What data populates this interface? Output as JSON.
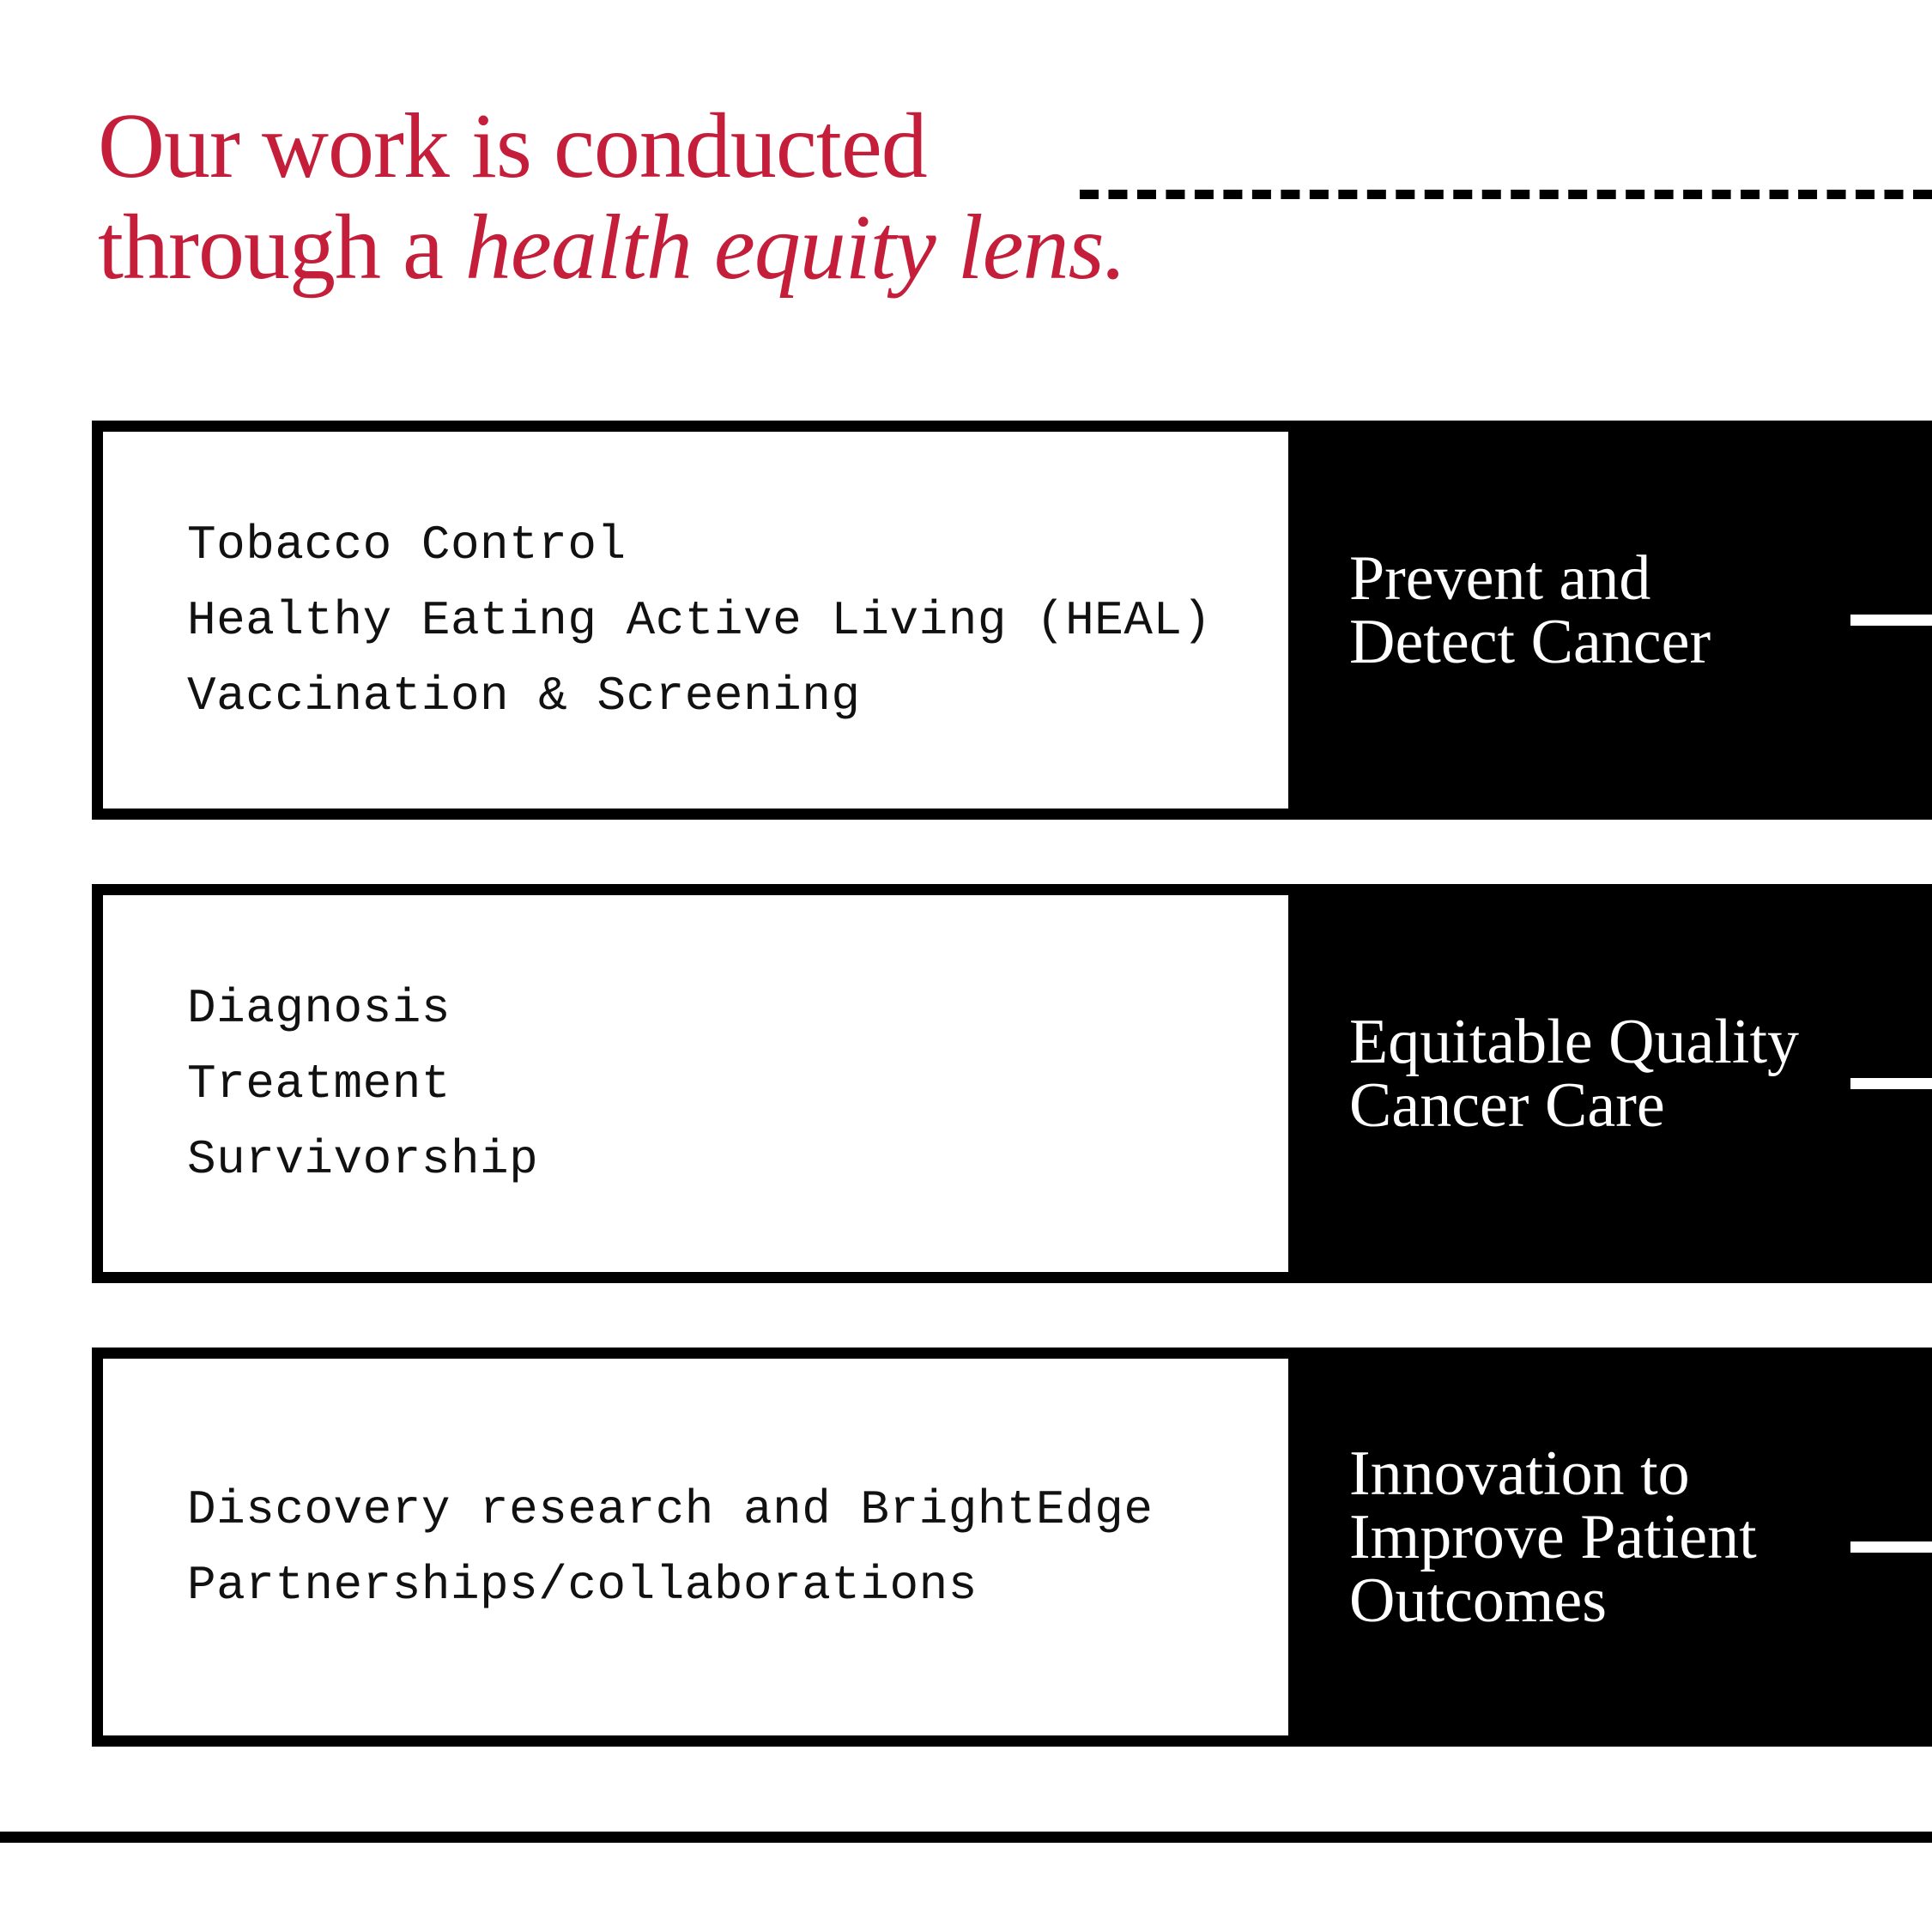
{
  "colors": {
    "accent": "#c41e3a",
    "panel": "#000000",
    "text_light": "#ffffff"
  },
  "headline": {
    "line1": "Our work is conducted",
    "line2_plain": "through a ",
    "line2_italic": "health equity lens."
  },
  "rows": [
    {
      "items": [
        "Tobacco Control",
        "Healthy Eating Active Living (HEAL)",
        "Vaccination & Screening"
      ],
      "pillar": "Prevent and\nDetect Cancer"
    },
    {
      "items": [
        "Diagnosis",
        "Treatment",
        "Survivorship"
      ],
      "pillar": "Equitable Quality\nCancer Care"
    },
    {
      "items": [
        "Discovery research and BrightEdge",
        "Partnerships/collaborations"
      ],
      "pillar": "Innovation to\nImprove Patient\nOutcomes"
    }
  ]
}
